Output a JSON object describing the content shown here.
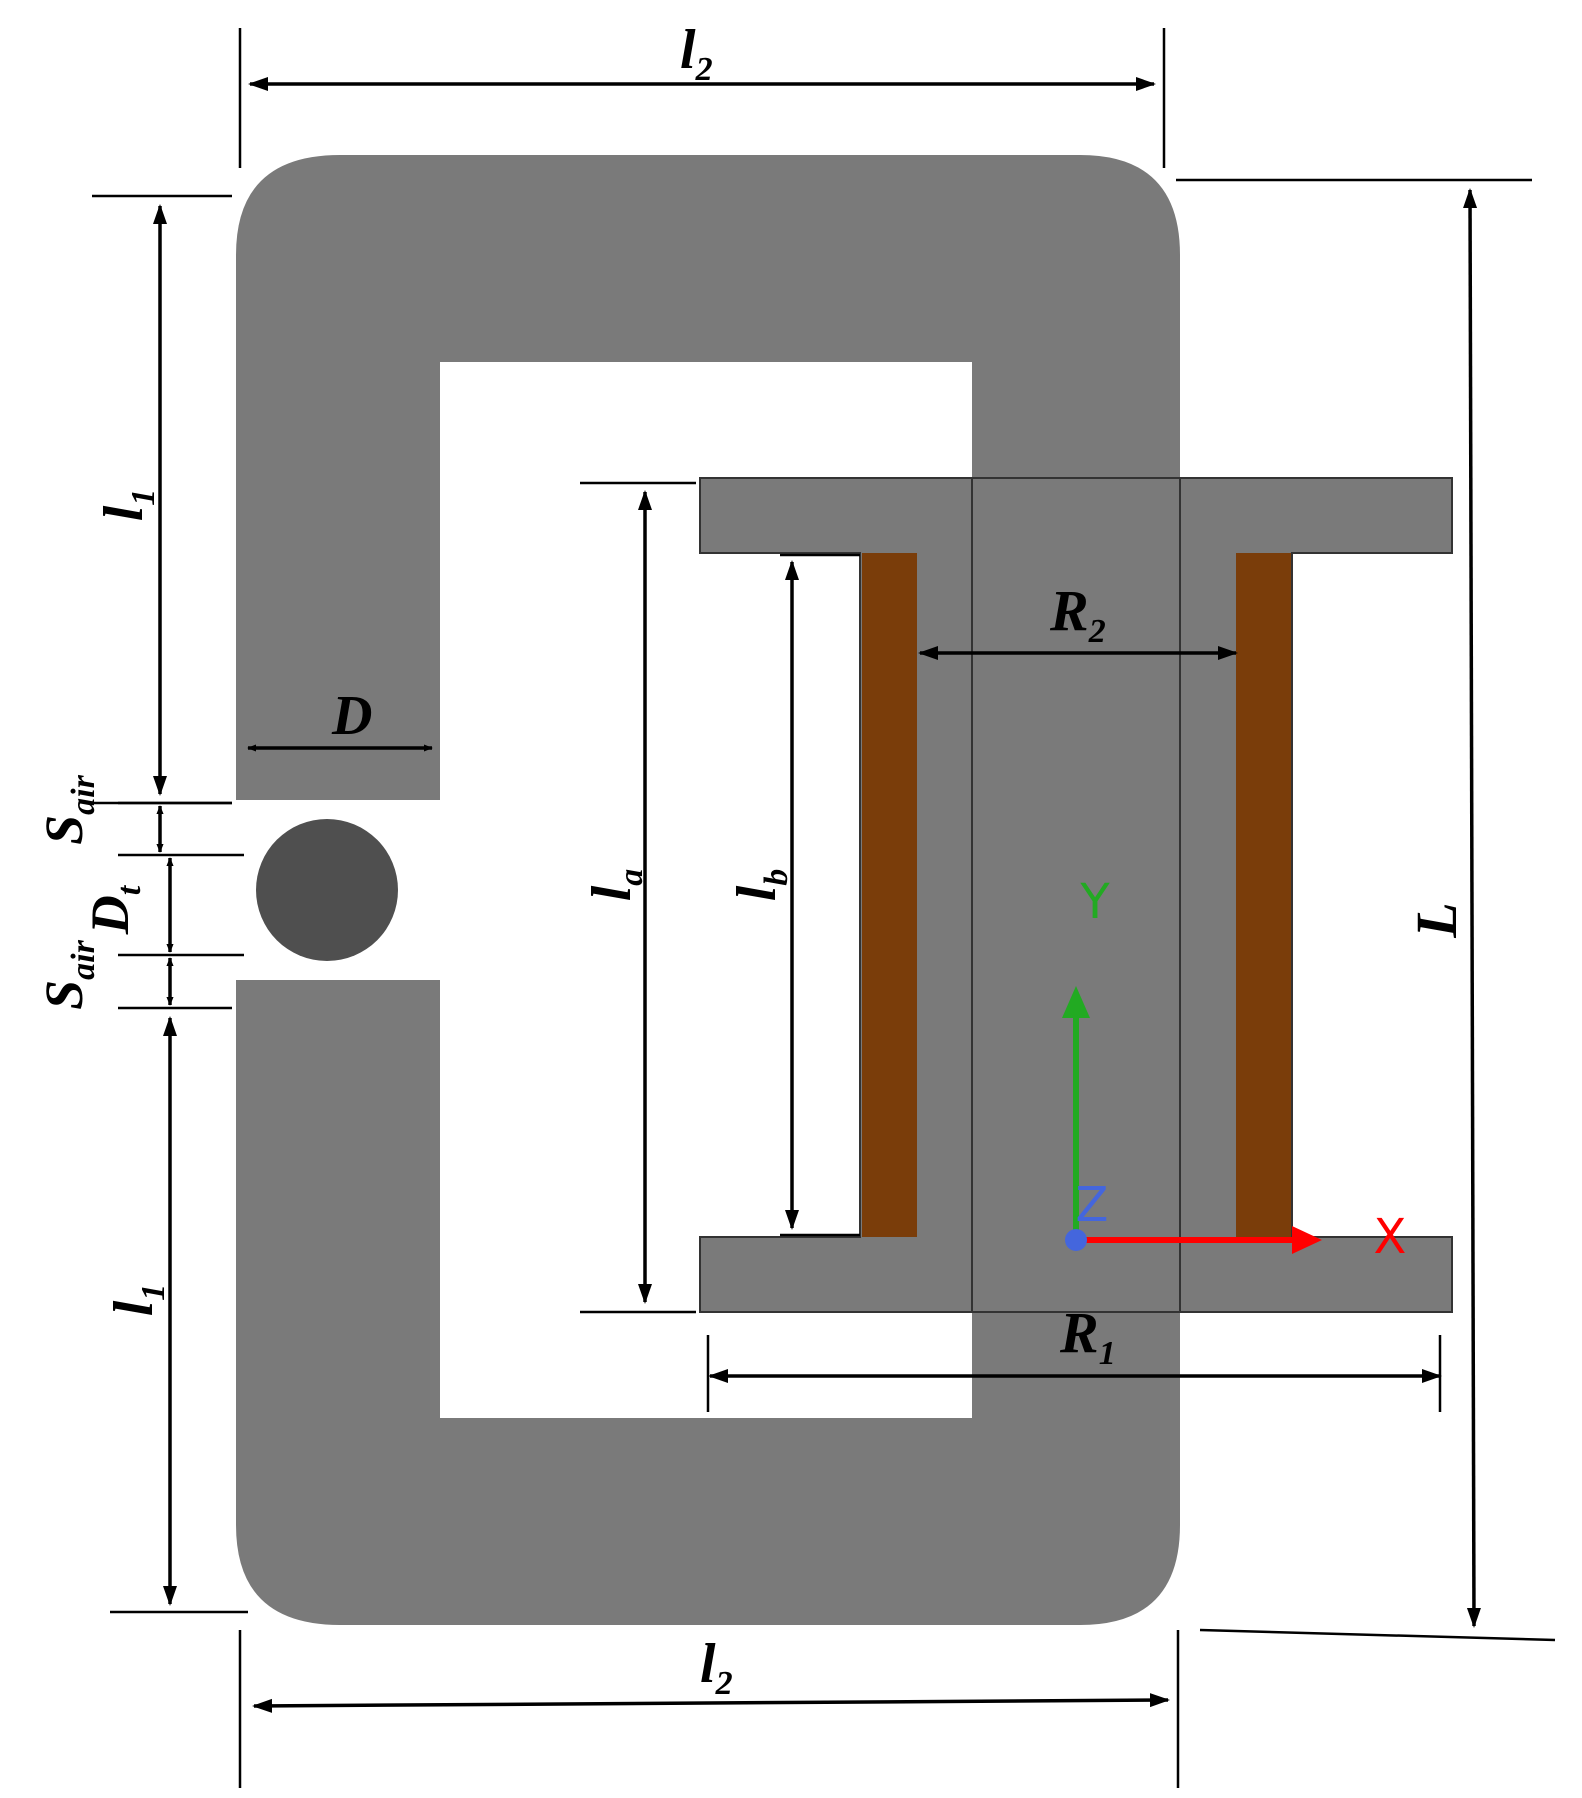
{
  "labels": {
    "l2_top": "l",
    "l2_top_sub": "2",
    "l2_bottom": "l",
    "l2_bottom_sub": "2",
    "l1_top": "l",
    "l1_top_sub": "1",
    "l1_bottom": "l",
    "l1_bottom_sub": "1",
    "D": "D",
    "S_air_top": "S",
    "S_air_top_sub": "air",
    "S_air_bottom": "S",
    "S_air_bottom_sub": "air",
    "D_t": "D",
    "D_t_sub": "t",
    "l_a": "l",
    "l_a_sub": "a",
    "l_b": "l",
    "l_b_sub": "b",
    "R_2": "R",
    "R_2_sub": "2",
    "R_1": "R",
    "R_1_sub": "1",
    "L": "L"
  },
  "axes": {
    "y_label": "Y",
    "z_label": "Z",
    "x_label": "X",
    "x_color": "#ff0000",
    "y_color": "#22aa22",
    "z_color": "#4466dd"
  },
  "colors": {
    "core": "#7a7a7a",
    "bobbin": "#7a7a7a",
    "winding": "#7a3d0a",
    "rod": "#4f4f4f"
  }
}
